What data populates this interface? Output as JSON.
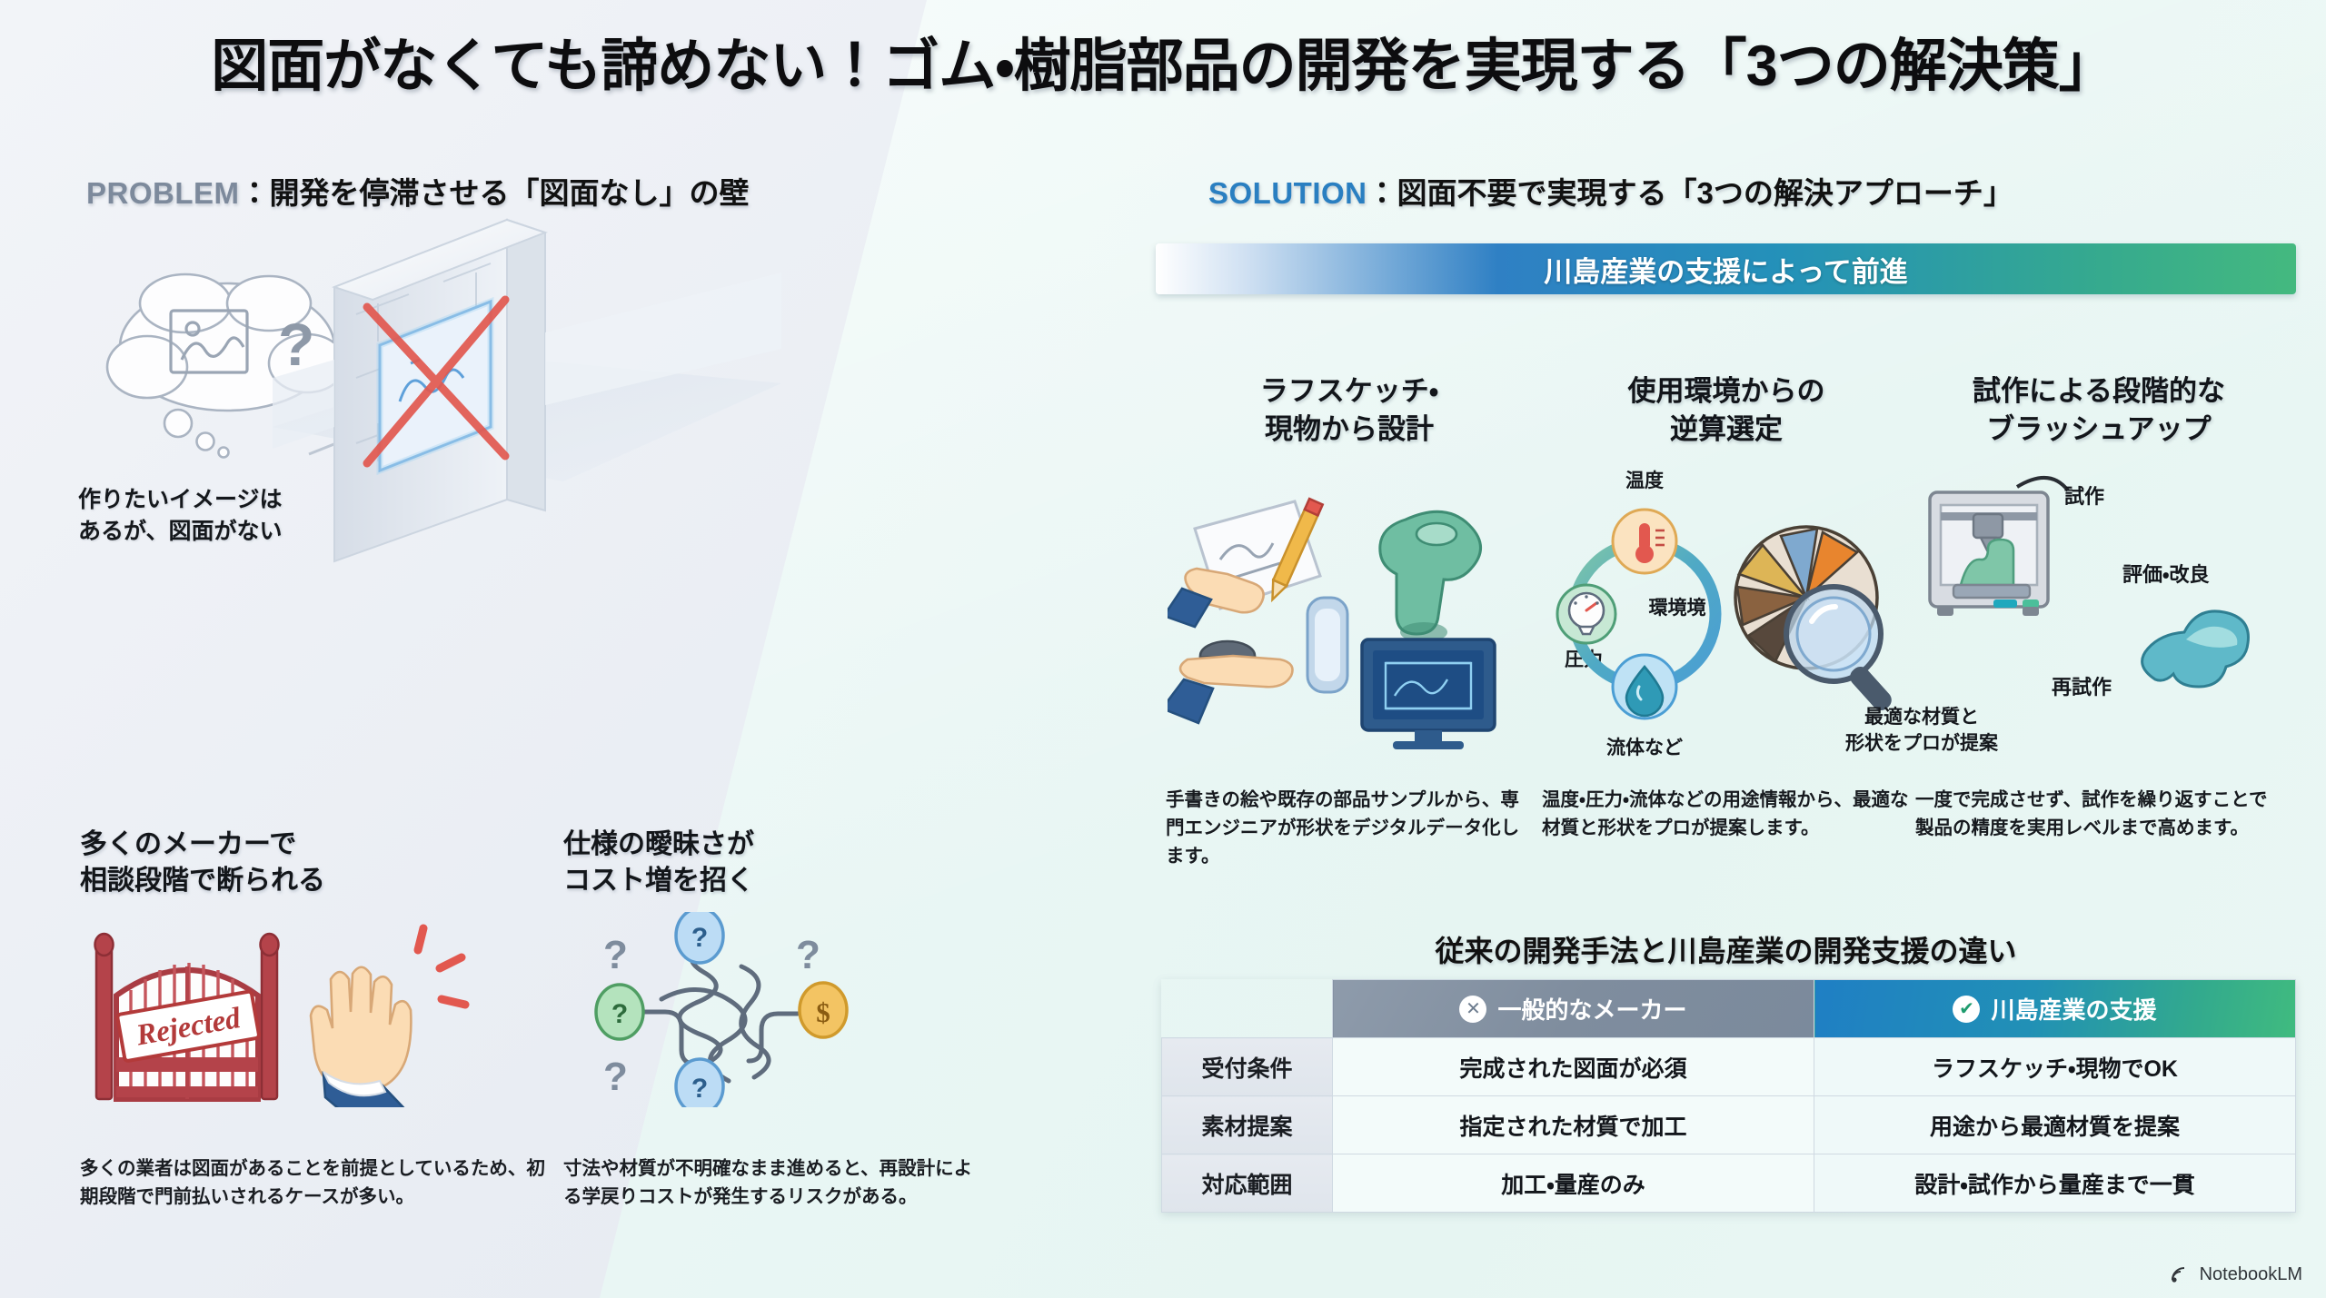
{
  "title": "図面がなくても諦めない！ゴム・樹脂部品の開発を実現する「3つの解決策」",
  "problem": {
    "kicker": "PROBLEM",
    "heading": "：開発を停滞させる「図面なし」の壁",
    "cloud_caption": "作りたいイメージは\nあるが、図面がない",
    "cards": [
      {
        "heading": "多くのメーカーで\n相談段階で断られる",
        "illustration": "rejected-gate",
        "sign_label": "Rejected",
        "caption": "多くの業者は図面があることを前提としているため、初期段階で門前払いされるケースが多い。"
      },
      {
        "heading": "仕様の曖昧さが\nコスト増を招く",
        "illustration": "tangled-question-marks",
        "nodes": [
          "?",
          "?",
          "?",
          "$",
          "?",
          "?",
          "?"
        ],
        "caption": "寸法や材質が不明確なまま進めると、再設計による学戻りコストが発生するリスクがある。"
      }
    ]
  },
  "solution": {
    "kicker": "SOLUTION",
    "heading": "：図面不要で実現する「3つの解決アプローチ」",
    "banner": "川島産業の支援によって前進",
    "columns": [
      {
        "heading": "ラフスケッチ・\n現物から設計",
        "illustration": "sketch-hand-monitor",
        "description": "手書きの絵や既存の部品サンプルから、専門エンジニアが形状をデジタルデータ化します。"
      },
      {
        "heading": "使用環境からの\n逆算選定",
        "illustration": "environment-cycle-magnifier",
        "cycle_labels": [
          "温度",
          "環境境",
          "圧力",
          "流体など"
        ],
        "magnifier_caption": "最適な材質と\n形状をプロが提案",
        "description": "温度・圧力・流体などの用途情報から、最適な材質と形状をプロが提案します。"
      },
      {
        "heading": "試作による段階的な\nブラッシュアップ",
        "illustration": "printer-iteration",
        "step_labels": [
          "試作",
          "評価・改良",
          "再試作"
        ],
        "description": "一度で完成させず、試作を繰り返すことで製品の精度を実用レベルまで高めます。"
      }
    ]
  },
  "comparison": {
    "title": "従来の開発手法と川島産業の開発支援の違い",
    "headers": {
      "row_label": "",
      "general": "一般的なメーカー",
      "general_icon": "x-circle-icon",
      "kawashima": "川島産業の支援",
      "kawashima_icon": "check-circle-icon"
    },
    "rows": [
      {
        "label": "受付条件",
        "general": "完成された図面が必須",
        "kawashima": "ラフスケッチ・現物でOK"
      },
      {
        "label": "素材提案",
        "general": "指定された材質で加工",
        "kawashima": "用途から最適材質を提案"
      },
      {
        "label": "対応範囲",
        "general": "加工・量産のみ",
        "kawashima": "設計・試作から量産まで一貫"
      }
    ]
  },
  "watermark": {
    "label": "NotebookLM",
    "icon": "notebooklm-icon"
  },
  "colors": {
    "accent_blue": "#2a7fc1",
    "accent_green": "#40bb7f",
    "problem_gray": "#7d8a9c",
    "red": "#b33a3a"
  }
}
